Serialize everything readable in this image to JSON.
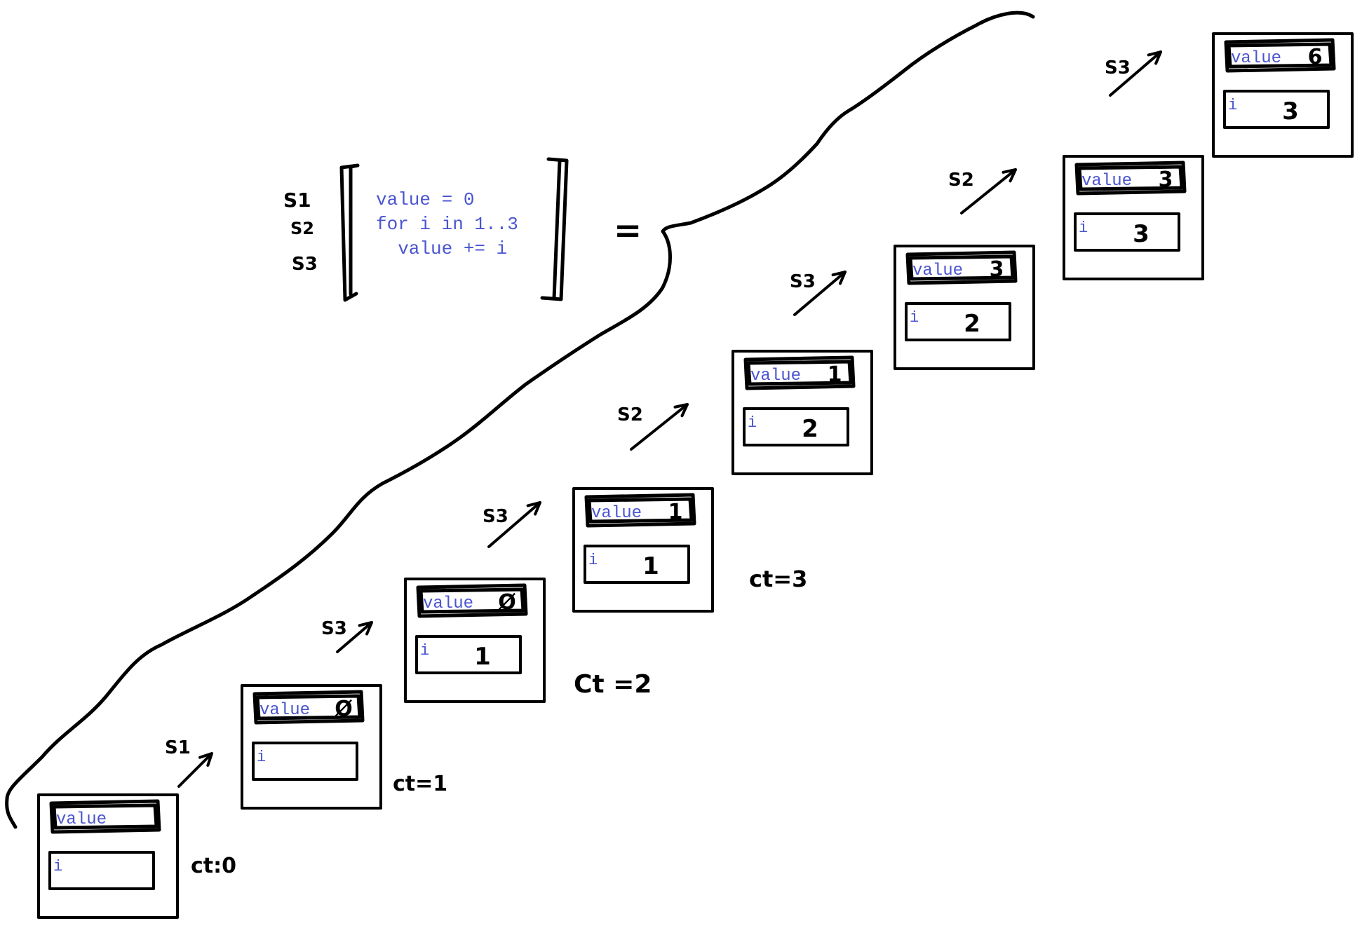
{
  "code": {
    "lines": [
      "value = 0",
      "for i in 1..3",
      "  value += i"
    ],
    "statement_labels": [
      "S1",
      "S2",
      "S3"
    ],
    "equals": "="
  },
  "frames": [
    {
      "value_label": "value",
      "i_label": "i",
      "value": "",
      "i": "",
      "ct": "ct:0"
    },
    {
      "value_label": "value",
      "i_label": "i",
      "value": "Ø",
      "i": "",
      "ct": "ct=1"
    },
    {
      "value_label": "value",
      "i_label": "i",
      "value": "Ø",
      "i": "1",
      "ct": "Ct =2"
    },
    {
      "value_label": "value",
      "i_label": "i",
      "value": "1",
      "i": "1",
      "ct": "ct=3"
    },
    {
      "value_label": "value",
      "i_label": "i",
      "value": "1",
      "i": "2",
      "ct": ""
    },
    {
      "value_label": "value",
      "i_label": "i",
      "value": "3",
      "i": "2",
      "ct": ""
    },
    {
      "value_label": "value",
      "i_label": "i",
      "value": "3",
      "i": "3",
      "ct": ""
    },
    {
      "value_label": "value",
      "i_label": "i",
      "value": "6",
      "i": "3",
      "ct": ""
    }
  ],
  "steps": [
    "S1",
    "S3",
    "S3",
    "S2",
    "S3",
    "S2",
    "S3"
  ]
}
